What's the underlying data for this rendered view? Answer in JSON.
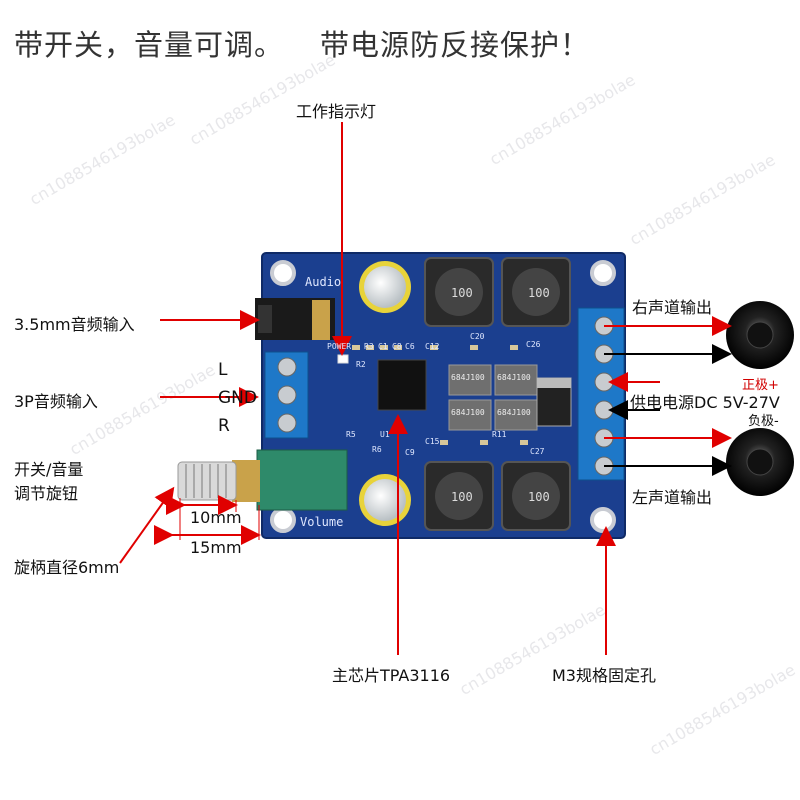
{
  "header": {
    "left_text": "带开关，音量可调。",
    "right_text": "带电源防反接保护！"
  },
  "labels": {
    "indicator_led": "工作指示灯",
    "audio_input_35": "3.5mm音频输入",
    "audio_input_3p": "3P音频输入",
    "pin_l": "L",
    "pin_gnd": "GND",
    "pin_r": "R",
    "knob_line1": "开关/音量",
    "knob_line2": "调节旋钮",
    "dim_10": "10mm",
    "dim_15": "15mm",
    "shaft_diameter": "旋柄直径6mm",
    "main_chip": "主芯片TPA3116",
    "mount_hole": "M3规格固定孔",
    "right_channel": "右声道输出",
    "positive": "正极+",
    "power_supply": "供电电源DC 5V-27V",
    "negative": "负极-",
    "left_channel": "左声道输出"
  },
  "board": {
    "audio_silk": "Audio",
    "volume_silk": "Volume",
    "power_silk": "POWER",
    "inductor_code": "100",
    "cap_code": "684J100",
    "refs": [
      "C12",
      "C20",
      "C26",
      "C8",
      "C6",
      "R3",
      "C1",
      "R2",
      "U1",
      "C15",
      "C9",
      "C27",
      "R11",
      "R5",
      "R6"
    ]
  },
  "colors": {
    "pcb": "#1b3f8f",
    "terminal": "#1e78c8",
    "arrow": "#e00000",
    "pot": "#2e8a6a"
  },
  "watermark": "cn1088546193bolae"
}
